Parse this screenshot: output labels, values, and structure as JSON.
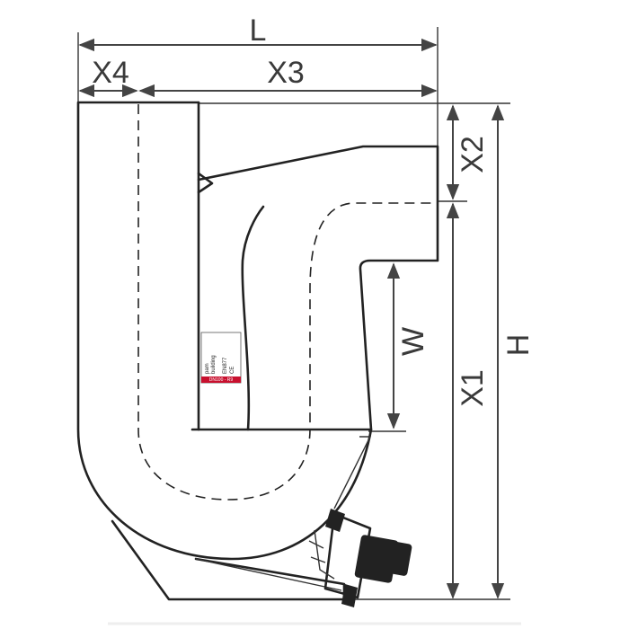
{
  "dimensions": {
    "L": "L",
    "X4": "X4",
    "X3": "X3",
    "X2": "X2",
    "W": "W",
    "X1": "X1",
    "H": "H"
  },
  "nameplate": {
    "brand_top": "pam",
    "brand_bottom": "building",
    "code1": "EN877",
    "code2": "CE",
    "ref": "DN100 - R9"
  },
  "colors": {
    "line": "#222222",
    "dimension": "#444444",
    "brand_red": "#c8102e"
  }
}
